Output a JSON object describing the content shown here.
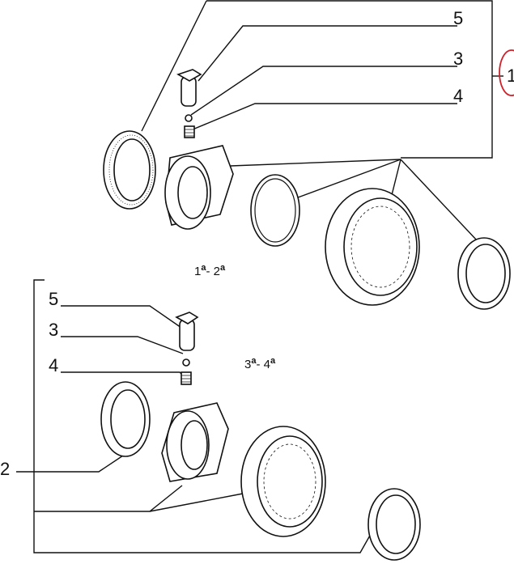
{
  "group_top": {
    "label": "1",
    "highlight_color": "#d0202a",
    "callouts": [
      "5",
      "3",
      "4"
    ],
    "gear_label": {
      "a": "1",
      "b": "2",
      "sup": "a"
    }
  },
  "group_bottom": {
    "label": "2",
    "callouts": [
      "5",
      "3",
      "4"
    ],
    "gear_label": {
      "a": "3",
      "b": "4",
      "sup": "a"
    }
  }
}
